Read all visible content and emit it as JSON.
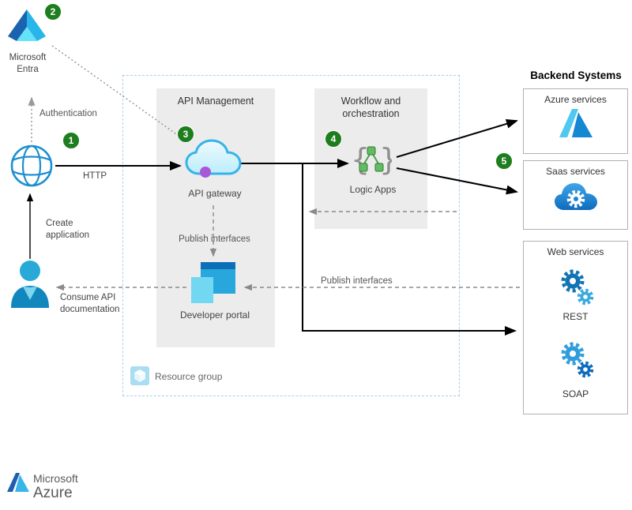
{
  "badges": {
    "b1": "1",
    "b2": "2",
    "b3": "3",
    "b4": "4",
    "b5": "5"
  },
  "entra": {
    "label": "Microsoft Entra"
  },
  "client": {
    "authentication": "Authentication",
    "http": "HTTP",
    "create_application": "Create application",
    "consume_api_documentation": "Consume API documentation"
  },
  "api_management": {
    "title": "API Management",
    "gateway_label": "API gateway",
    "publish_interfaces": "Publish interfaces",
    "developer_portal": "Developer portal"
  },
  "workflow": {
    "title": "Workflow and orchestration",
    "logic_apps": "Logic Apps"
  },
  "resource_group": {
    "label": "Resource group"
  },
  "backend": {
    "title": "Backend Systems",
    "azure_services": "Azure services",
    "saas_services": "Saas services",
    "web_services": "Web services",
    "rest": "REST",
    "soap": "SOAP",
    "publish_interfaces": "Publish interfaces"
  },
  "footer": {
    "microsoft": "Microsoft",
    "azure": "Azure"
  },
  "icons": {
    "brace_left": "{",
    "brace_right": "}"
  },
  "colors": {
    "badge_green": "#1e7d1e",
    "panel_gray": "#ececec",
    "resource_group_border": "#a9cfec",
    "box_border": "#b1b1b1",
    "arrow_black": "#000000",
    "dashed_gray": "#8a8a8a",
    "dotted_gray": "#9a9a9a",
    "azure_blue": "#0078d4",
    "cyan": "#50e6ff"
  }
}
